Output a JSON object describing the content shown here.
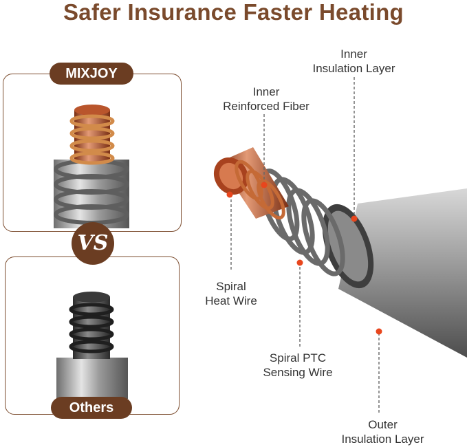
{
  "header": {
    "title": "Safer Insurance Faster Heating"
  },
  "comparison": {
    "brand_label": "MIXJOY",
    "vs_label": "VS",
    "other_label": "Others"
  },
  "callouts": {
    "inner_insulation": {
      "line1": "Inner",
      "line2": "Insulation Layer"
    },
    "inner_fiber": {
      "line1": "Inner",
      "line2": "Reinforced Fiber"
    },
    "spiral_heat": {
      "line1": "Spiral",
      "line2": "Heat Wire"
    },
    "ptc_wire": {
      "line1": "Spiral PTC",
      "line2": "Sensing Wire"
    },
    "outer_insulation": {
      "line1": "Outer",
      "line2": "Insulation Layer"
    }
  },
  "colors": {
    "brand_brown": "#6b3d22",
    "title_brown": "#7a4a2c",
    "copper": "#c2663f",
    "marker_red": "#e8461d",
    "steel": "#a9a9a9"
  }
}
